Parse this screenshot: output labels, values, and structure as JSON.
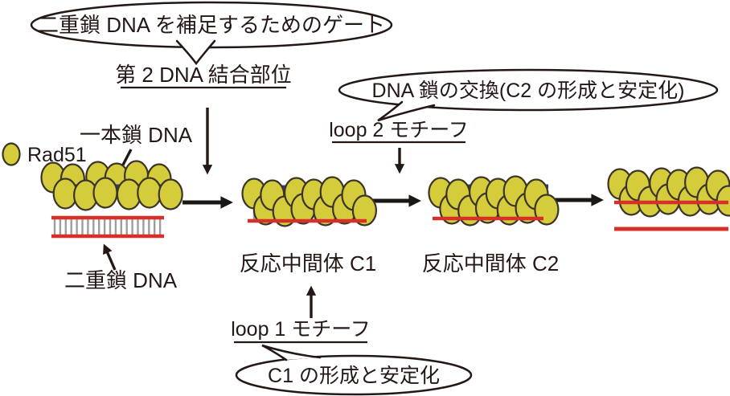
{
  "colors": {
    "background": "#ffffff",
    "ink": "#231815",
    "arrow": "#1b1715",
    "rad51_fill": "#d5cc3b",
    "rad51_stroke": "#3b3429",
    "ssdna_blue": "#23408c",
    "dna_red": "#d63029",
    "rung_gray": "#9e9e9e",
    "rung_blue_gray": "#8d96b5"
  },
  "legend": {
    "rad51_label": "Rad51"
  },
  "callouts": {
    "gate": "二重鎖 DNA を補足するためのゲート",
    "strand_exchange": "DNA 鎖の交換(C2 の形成と安定化)",
    "c1_formation": "C1 の形成と安定化"
  },
  "pointers": {
    "second_dna_binding_site": "第 2 DNA 結合部位",
    "loop2_motif": "loop 2 モチーフ",
    "loop1_motif": "loop 1 モチーフ",
    "ssdna": "一本鎖 DNA",
    "dsdna": "二重鎖 DNA"
  },
  "stages": {
    "c1_label": "反応中間体 C1",
    "c2_label": "反応中間体 C2"
  }
}
